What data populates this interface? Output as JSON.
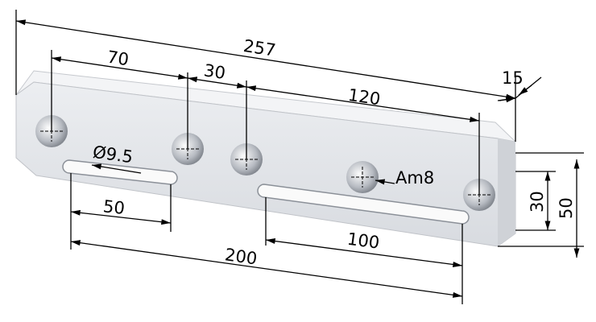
{
  "dimensions": {
    "overall_length": "257",
    "hole_spacing_1": "70",
    "hole_spacing_2": "30",
    "hole_spacing_3": "120",
    "thickness": "15",
    "slot_width": "Ø9.5",
    "thread": "Am8",
    "short_slot_length": "50",
    "slot_span": "200",
    "long_slot_length": "100",
    "slot_height": "30",
    "overall_height": "50"
  },
  "colors": {
    "plate_front": "#e4e6ea",
    "plate_top": "#f2f3f5",
    "plate_side": "#c9ccd2",
    "hole": "#9a9ea6"
  }
}
